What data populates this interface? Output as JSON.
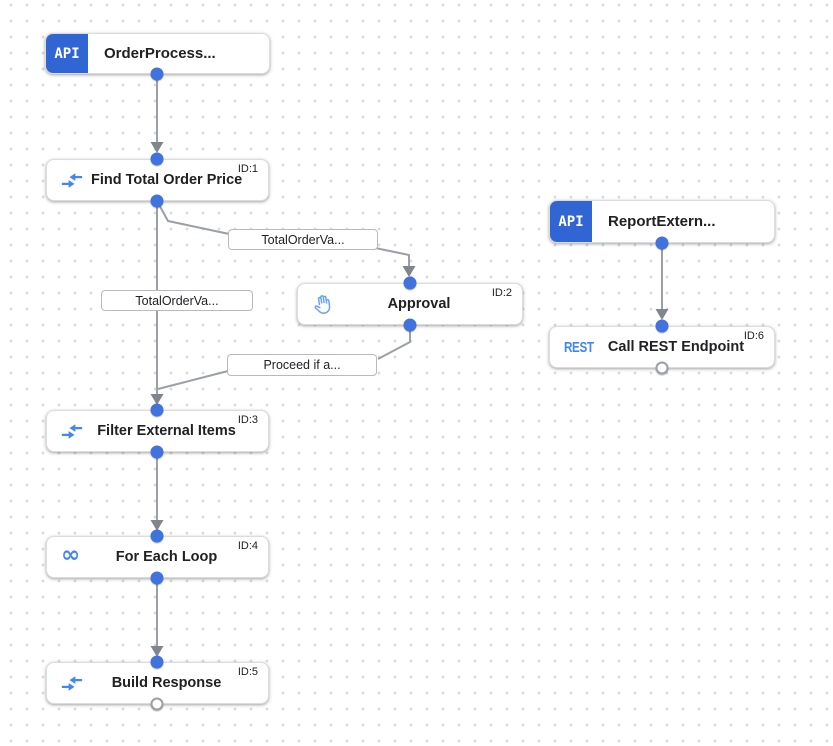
{
  "canvas": {
    "colors": {
      "trigger_badge_blue": "#3165d4",
      "icon_blue": "#4285f4",
      "port_blue": "#4173df",
      "edge_gray": "#9aa0a6",
      "node_border": "#dadce0",
      "text_dark": "#202124",
      "grid_dot": "#d8dade"
    }
  },
  "nodes": [
    {
      "type": "trigger",
      "badge": "API",
      "label": "OrderProcess..."
    },
    {
      "type": "task",
      "icon": "data-mapping-icon",
      "id": "ID:1",
      "label": "Find Total Order Price"
    },
    {
      "type": "trigger",
      "badge": "API",
      "label": "ReportExtern..."
    },
    {
      "type": "task",
      "icon": "rest-icon",
      "icon_text": "REST",
      "id": "ID:6",
      "label": "Call REST Endpoint"
    },
    {
      "type": "task",
      "icon": "approval-hand-icon",
      "id": "ID:2",
      "label": "Approval"
    },
    {
      "type": "task",
      "icon": "data-mapping-icon",
      "id": "ID:3",
      "label": "Filter External Items"
    },
    {
      "type": "task",
      "icon": "infinity-icon",
      "icon_glyph": "∞",
      "id": "ID:4",
      "label": "For Each Loop"
    },
    {
      "type": "task",
      "icon": "data-mapping-icon",
      "id": "ID:5",
      "label": "Build Response"
    }
  ],
  "edge_labels": [
    {
      "label": "TotalOrderVa..."
    },
    {
      "label": "TotalOrderVa..."
    },
    {
      "label": "Proceed if a..."
    }
  ]
}
